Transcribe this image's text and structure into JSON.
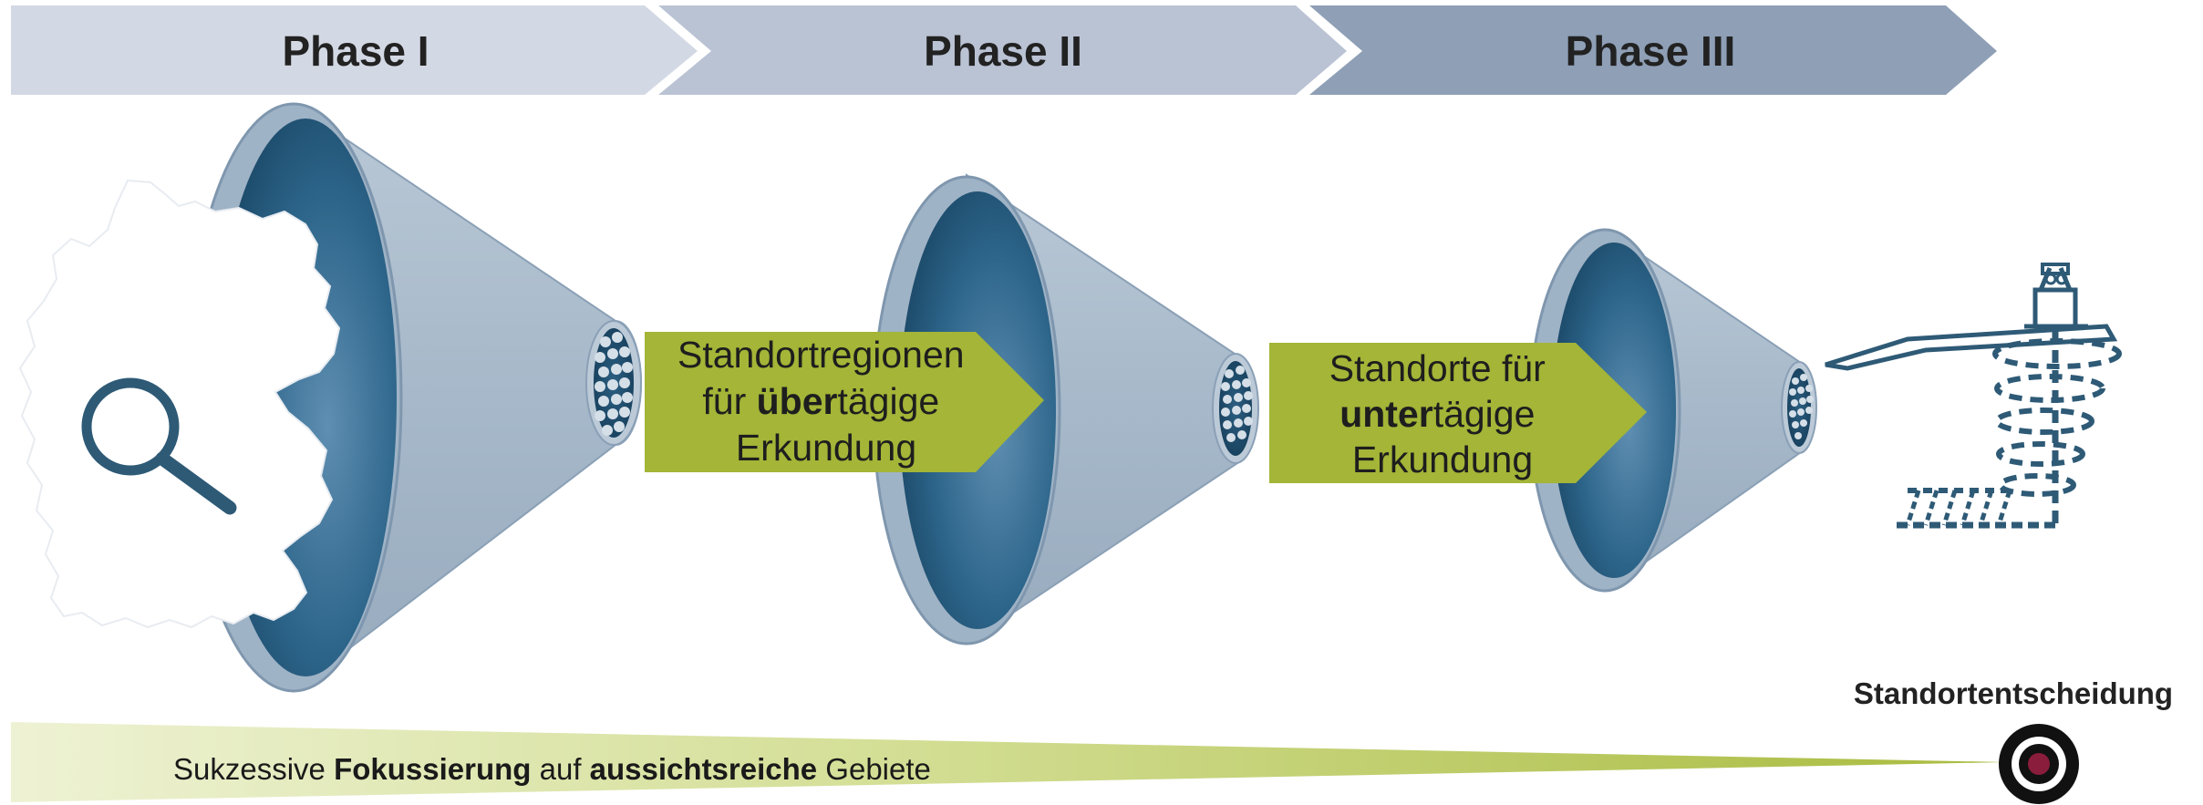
{
  "phases": [
    {
      "label": "Phase I"
    },
    {
      "label": "Phase II"
    },
    {
      "label": "Phase III"
    }
  ],
  "stage_boxes": [
    {
      "lines": [
        [
          {
            "text": "Standortregionen",
            "bold": false
          }
        ],
        [
          {
            "text": "für ",
            "bold": false
          },
          {
            "text": "über",
            "bold": true
          },
          {
            "text": "tägige",
            "bold": false
          }
        ],
        [
          {
            "text": "Erkundung",
            "bold": false
          }
        ]
      ]
    },
    {
      "lines": [
        [
          {
            "text": "Standorte für",
            "bold": false
          }
        ],
        [
          {
            "text": "unter",
            "bold": true
          },
          {
            "text": "tägige",
            "bold": false
          }
        ],
        [
          {
            "text": "Erkundung",
            "bold": false
          }
        ]
      ]
    }
  ],
  "focus_bar": {
    "parts": [
      {
        "text": "Sukzessive ",
        "bold": false
      },
      {
        "text": "Fokussierung",
        "bold": true
      },
      {
        "text": " auf ",
        "bold": false
      },
      {
        "text": "aussichtsreiche",
        "bold": true
      },
      {
        "text": " Gebiete",
        "bold": false
      }
    ]
  },
  "decision": {
    "label": "Standortentscheidung"
  },
  "icons": {
    "map": "germany-map-icon",
    "search": "magnifier-icon",
    "funnel": "funnel-icon",
    "mine": "underground-mine-icon",
    "target": "target-icon"
  },
  "colors": {
    "phase1": "#d3d9e4",
    "phase2": "#bac3d4",
    "phase3": "#8e9fb6",
    "funnel_body": "#a8b9ca",
    "funnel_dark": "#1f5373",
    "box_green": "#a4b537",
    "accent_dark": "#2e5a76",
    "target_red": "#8a1c3c"
  }
}
